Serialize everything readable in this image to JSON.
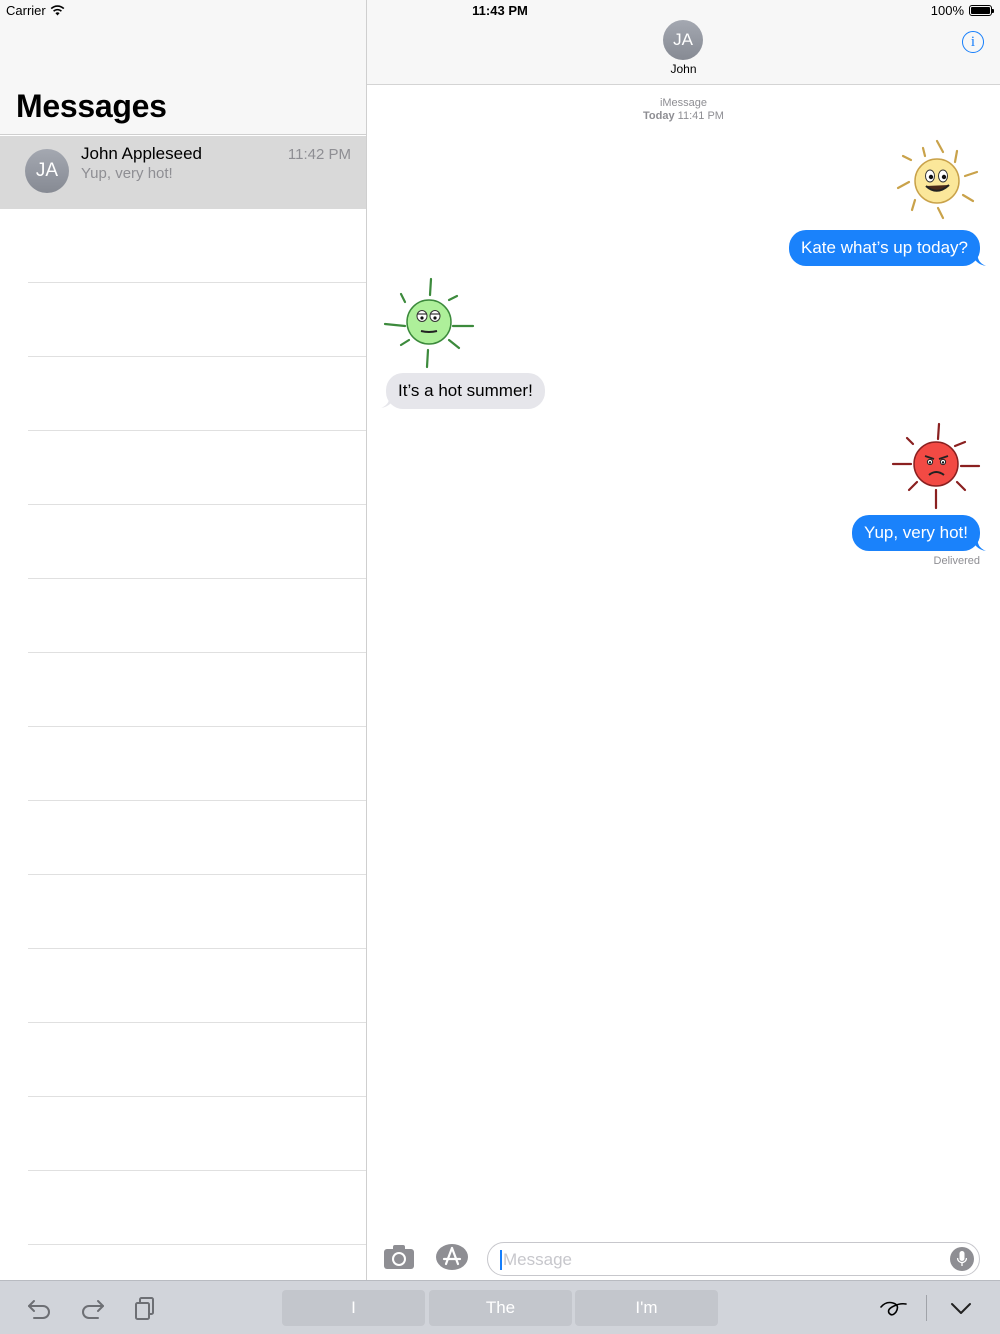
{
  "status_bar": {
    "carrier": "Carrier",
    "time": "11:43 PM",
    "battery": "100%"
  },
  "sidebar": {
    "title": "Messages",
    "conversations": [
      {
        "initials": "JA",
        "name": "John Appleseed",
        "preview": "Yup, very hot!",
        "time": "11:42 PM"
      }
    ]
  },
  "conversation": {
    "contact_initials": "JA",
    "contact_name": "John",
    "service": "iMessage",
    "timestamp_day": "Today",
    "timestamp_time": "11:41 PM",
    "messages": [
      {
        "direction": "outgoing",
        "sticker": "happy-sun-sticker",
        "text": "Kate what’s up today?"
      },
      {
        "direction": "incoming",
        "sticker": "sleepy-green-sun-sticker",
        "text": "It’s a hot summer!"
      },
      {
        "direction": "outgoing",
        "sticker": "angry-red-sun-sticker",
        "text": "Yup, very hot!"
      }
    ],
    "delivery_status": "Delivered"
  },
  "input": {
    "placeholder": "Message"
  },
  "keyboard_bar": {
    "suggestions": [
      "I",
      "The",
      "I'm"
    ],
    "icons": [
      "undo-icon",
      "redo-icon",
      "paste-icon",
      "handwriting-icon",
      "dismiss-keyboard-icon"
    ]
  },
  "colors": {
    "accent": "#157efb",
    "outgoing_bubble": "#1a82fb",
    "incoming_bubble": "#e6e6eb",
    "selected_row": "#d9d9d9"
  }
}
